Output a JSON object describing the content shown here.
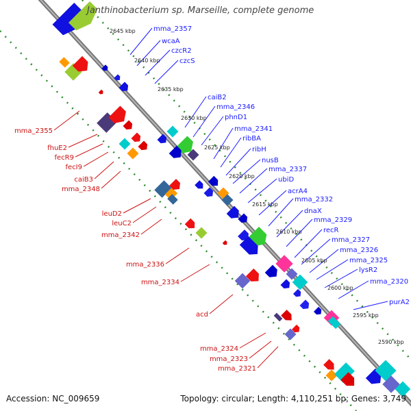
{
  "title": "Janthinobacterium sp. Marseille, complete genome",
  "accession": "Accession: NC_009659",
  "topology": "Topology: circular; Length: 4,110,251 bp; Genes: 3,749",
  "colors": {
    "backbone": "#8c8c8c",
    "forward_label": "#1a1aff",
    "reverse_label": "#cc1111",
    "tick": "#2a8a2a"
  },
  "kbp_labels": [
    "2645 kbp",
    "2640 kbp",
    "2635 kbp",
    "2630 kbp",
    "2625 kbp",
    "2620 kbp",
    "2615 kbp",
    "2610 kbp",
    "2605 kbp",
    "2600 kbp",
    "2595 kbp",
    "2590 kbp"
  ],
  "forward_labels": [
    "mma_2357",
    "wcaA",
    "czcR2",
    "czcS",
    "caiB2",
    "mma_2346",
    "phnD1",
    "mma_2341",
    "ribBA",
    "ribH",
    "nusB",
    "mma_2337",
    "ubiD",
    "acrA4",
    "mma_2332",
    "dnaX",
    "mma_2329",
    "recR",
    "mma_2327",
    "mma_2326",
    "mma_2325",
    "lysR2",
    "mma_2320",
    "purA2"
  ],
  "reverse_labels": [
    "mma_2355",
    "fhuE2",
    "fecR9",
    "fecI9",
    "caiB3",
    "mma_2348",
    "leuD2",
    "leuC2",
    "mma_2342",
    "mma_2336",
    "mma_2334",
    "acd",
    "mma_2324",
    "mma_2323",
    "mma_2321"
  ],
  "feature_colors": {
    "forward": [
      "#1010e0",
      "#0000cc",
      "#1a1ae6",
      "#2222ee"
    ],
    "reverse": [
      "#ee1111",
      "#dd0000"
    ],
    "cog": [
      "#33cc33",
      "#00cccc",
      "#ff3399",
      "#6666cc",
      "#4a3a7a",
      "#99cc33",
      "#ff9900",
      "#336699"
    ]
  }
}
